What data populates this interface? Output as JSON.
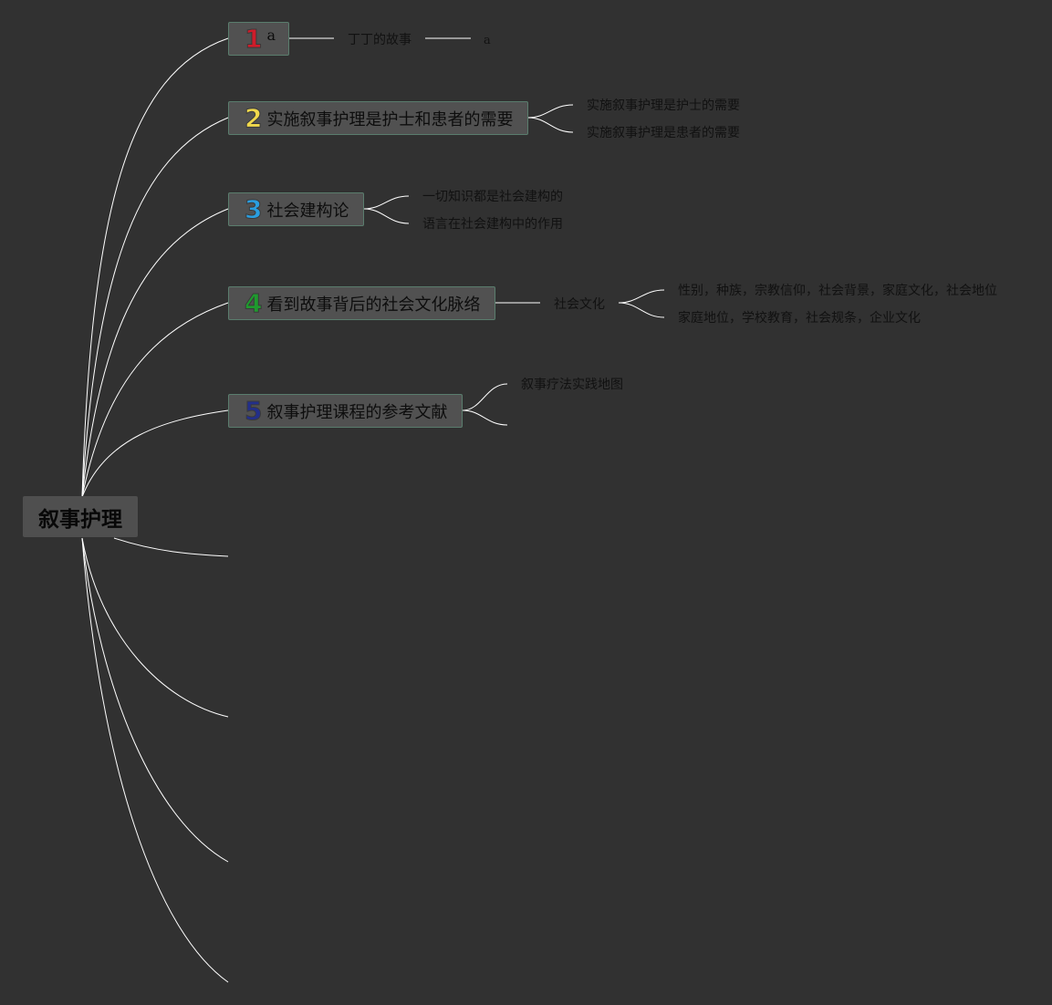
{
  "root": {
    "label": "叙事护理"
  },
  "topics": [
    {
      "number": "1",
      "number_color": "#d01c2a",
      "label": "a",
      "children": [
        {
          "label": "丁丁的故事",
          "children": [
            {
              "label": "a"
            }
          ]
        }
      ]
    },
    {
      "number": "2",
      "number_color": "#f0d84c",
      "label": "实施叙事护理是护士和患者的需要",
      "children": [
        {
          "label": "实施叙事护理是护士的需要"
        },
        {
          "label": "实施叙事护理是患者的需要"
        }
      ]
    },
    {
      "number": "3",
      "number_color": "#2a9ee0",
      "label": "社会建构论",
      "children": [
        {
          "label": "一切知识都是社会建构的"
        },
        {
          "label": "语言在社会建构中的作用"
        }
      ]
    },
    {
      "number": "4",
      "number_color": "#1f9a2e",
      "label": "看到故事背后的社会文化脉络",
      "children": [
        {
          "label": "社会文化",
          "children": [
            {
              "label": "性别，种族，宗教信仰，社会背景，家庭文化，社会地位"
            },
            {
              "label": "家庭地位，学校教育，社会规条，企业文化"
            }
          ]
        }
      ]
    },
    {
      "number": "5",
      "number_color": "#232f8a",
      "label": "叙事护理课程的参考文献",
      "children": [
        {
          "label": "叙事疗法实践地图"
        }
      ]
    }
  ],
  "colors": {
    "background": "#313131",
    "line": "#ffffff",
    "node_fill": "#515151",
    "node_border": "#5a7d6d"
  }
}
